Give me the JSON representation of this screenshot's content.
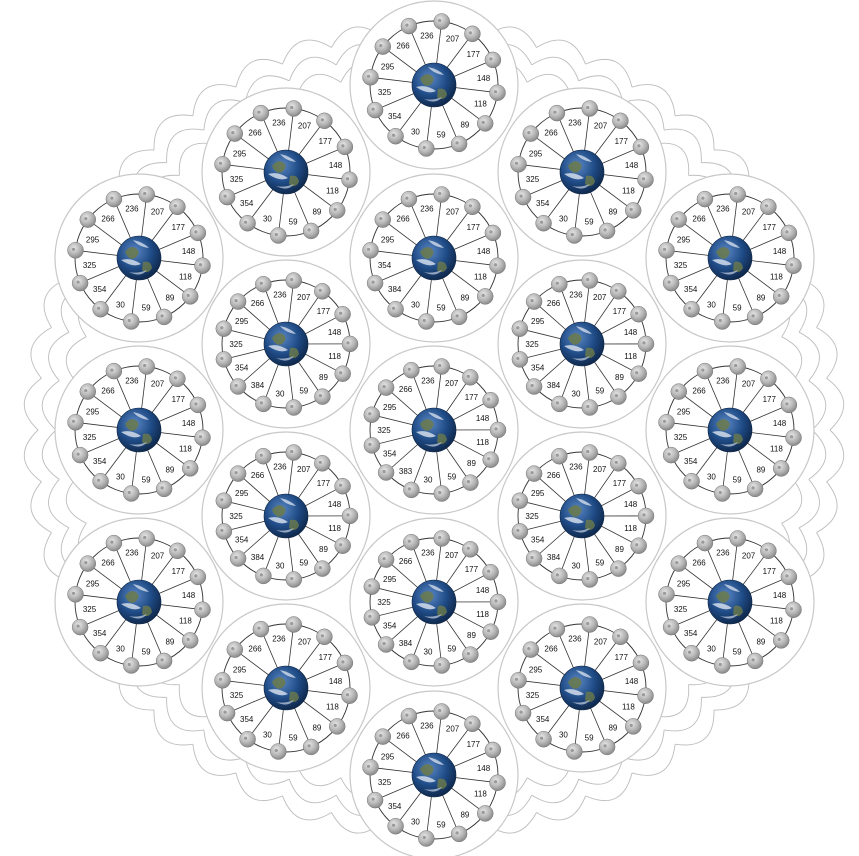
{
  "diagram": {
    "colors": {
      "background": "#ffffff",
      "outer_ring": "#c8c8c8",
      "petal_lines": "#bdbdbd",
      "spokes": "#333333",
      "moon_fill": "#b5b5b5",
      "earth_ocean": "#1f4b86",
      "earth_land": "#6b7a4a",
      "earth_cloud": "#e8eef6"
    },
    "center_icon": "earth-globe-icon",
    "node_icon": "moon-icon",
    "wheels": [
      {
        "id": "w01",
        "labels": [
          "207",
          "177",
          "148",
          "118",
          "89",
          "59",
          "30",
          "354",
          "325",
          "295",
          "266",
          "236"
        ]
      },
      {
        "id": "w02",
        "labels": [
          "207",
          "177",
          "148",
          "118",
          "89",
          "59",
          "30",
          "354",
          "325",
          "295",
          "266",
          "236"
        ]
      },
      {
        "id": "w03",
        "labels": [
          "207",
          "177",
          "148",
          "118",
          "89",
          "59",
          "30",
          "354",
          "325",
          "295",
          "266",
          "236"
        ]
      },
      {
        "id": "w04",
        "labels": [
          "207",
          "177",
          "148",
          "118",
          "89",
          "59",
          "30",
          "354",
          "325",
          "295",
          "266",
          "236"
        ]
      },
      {
        "id": "w05",
        "labels": [
          "207",
          "177",
          "148",
          "118",
          "89",
          "59",
          "30",
          "384",
          "354",
          "295",
          "266",
          "236"
        ]
      },
      {
        "id": "w06",
        "labels": [
          "207",
          "177",
          "148",
          "118",
          "89",
          "59",
          "30",
          "354",
          "325",
          "295",
          "266",
          "236"
        ]
      },
      {
        "id": "w07",
        "labels": [
          "207",
          "177",
          "148",
          "118",
          "89",
          "59",
          "30",
          "384",
          "354",
          "325",
          "295",
          "266",
          "236"
        ]
      },
      {
        "id": "w08",
        "labels": [
          "207",
          "177",
          "148",
          "118",
          "89",
          "59",
          "30",
          "384",
          "354",
          "325",
          "295",
          "266",
          "236"
        ]
      },
      {
        "id": "w09",
        "labels": [
          "207",
          "177",
          "148",
          "118",
          "89",
          "59",
          "30",
          "354",
          "325",
          "295",
          "266",
          "236"
        ]
      },
      {
        "id": "w10",
        "labels": [
          "207",
          "177",
          "148",
          "118",
          "89",
          "59",
          "30",
          "383",
          "354",
          "325",
          "295",
          "266",
          "236"
        ]
      },
      {
        "id": "w11",
        "labels": [
          "207",
          "177",
          "148",
          "118",
          "89",
          "59",
          "30",
          "354",
          "325",
          "295",
          "266",
          "236"
        ]
      },
      {
        "id": "w12",
        "labels": [
          "207",
          "177",
          "148",
          "118",
          "89",
          "59",
          "30",
          "384",
          "354",
          "325",
          "295",
          "266",
          "236"
        ]
      },
      {
        "id": "w13",
        "labels": [
          "207",
          "177",
          "148",
          "118",
          "89",
          "59",
          "30",
          "384",
          "354",
          "325",
          "295",
          "266",
          "236"
        ]
      },
      {
        "id": "w14",
        "labels": [
          "207",
          "177",
          "148",
          "118",
          "89",
          "59",
          "30",
          "354",
          "325",
          "295",
          "266",
          "236"
        ]
      },
      {
        "id": "w15",
        "labels": [
          "207",
          "177",
          "148",
          "118",
          "89",
          "59",
          "30",
          "384",
          "354",
          "325",
          "295",
          "266",
          "236"
        ]
      },
      {
        "id": "w16",
        "labels": [
          "207",
          "177",
          "148",
          "118",
          "89",
          "59",
          "30",
          "354",
          "325",
          "295",
          "266",
          "236"
        ]
      },
      {
        "id": "w17",
        "labels": [
          "207",
          "177",
          "148",
          "118",
          "89",
          "59",
          "30",
          "354",
          "325",
          "295",
          "266",
          "236"
        ]
      },
      {
        "id": "w18",
        "labels": [
          "207",
          "177",
          "148",
          "118",
          "89",
          "59",
          "30",
          "354",
          "325",
          "295",
          "266",
          "236"
        ]
      },
      {
        "id": "w19",
        "labels": [
          "207",
          "177",
          "148",
          "118",
          "89",
          "59",
          "30",
          "354",
          "325",
          "295",
          "266",
          "236"
        ]
      }
    ]
  }
}
